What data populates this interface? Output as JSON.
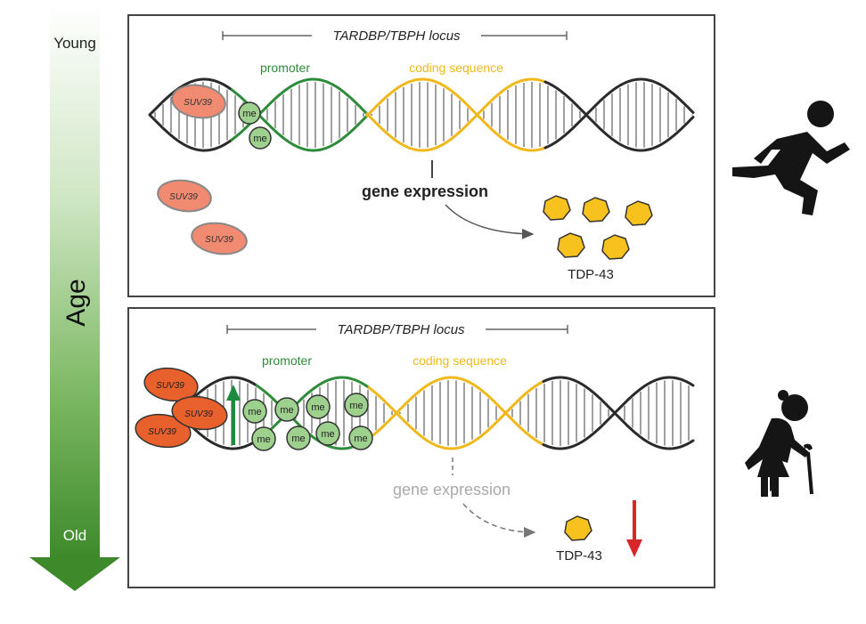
{
  "age_axis": {
    "top_label": "Young",
    "title": "Age",
    "bottom_label": "Old",
    "gradient_top": "#ffffff",
    "gradient_bottom": "#3e8a2b"
  },
  "panels": [
    {
      "id": "young",
      "locus_label": "TARDBP/TBPH locus",
      "promoter_label": "promoter",
      "coding_label": "coding sequence",
      "expression_label": "gene expression",
      "protein_label": "TDP-43",
      "suv39_label": "SUV39",
      "me_label": "me"
    },
    {
      "id": "old",
      "locus_label": "TARDBP/TBPH locus",
      "promoter_label": "promoter",
      "coding_label": "coding sequence",
      "expression_label": "gene expression",
      "protein_label": "TDP-43",
      "suv39_label": "SUV39",
      "me_label": "me"
    }
  ],
  "colors": {
    "promoter": "#2e8b3a",
    "coding": "#f0b81a",
    "dna_dark": "#2b2b2b",
    "suv39_young": "#f08a70",
    "suv39_old": "#e8602c",
    "me_fill": "#9fd18e",
    "protein": "#f7c21d",
    "up_arrow": "#1f8a3e",
    "down_arrow": "#d9262b"
  },
  "icons": [
    "running-person-icon",
    "elderly-person-with-cane-icon"
  ]
}
